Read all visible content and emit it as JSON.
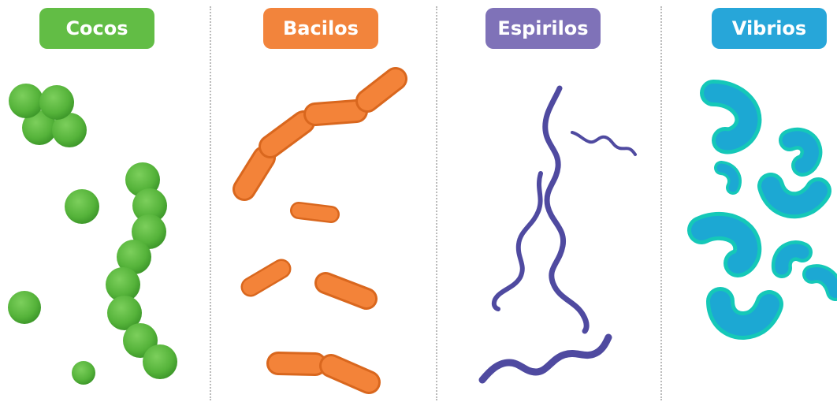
{
  "categories": [
    {
      "key": "cocos",
      "label": "Cocos",
      "color": "#62bd45"
    },
    {
      "key": "bacilos",
      "label": "Bacilos",
      "color": "#f2843c"
    },
    {
      "key": "espirilos",
      "label": "Espirilos",
      "color": "#7f72b8"
    },
    {
      "key": "vibrios",
      "label": "Vibrios",
      "color": "#27a6d9"
    }
  ],
  "colors": {
    "coccus_fill": "#5bb83b",
    "coccus_dark": "#3f9a2b",
    "coccus_light": "#8fd36f",
    "bacillus_fill": "#f38339",
    "bacillus_dark": "#d9671e",
    "spirillum": "#4f4aa0",
    "vibrio_fill": "#1ca8d3",
    "vibrio_edge": "#15c8b8"
  }
}
